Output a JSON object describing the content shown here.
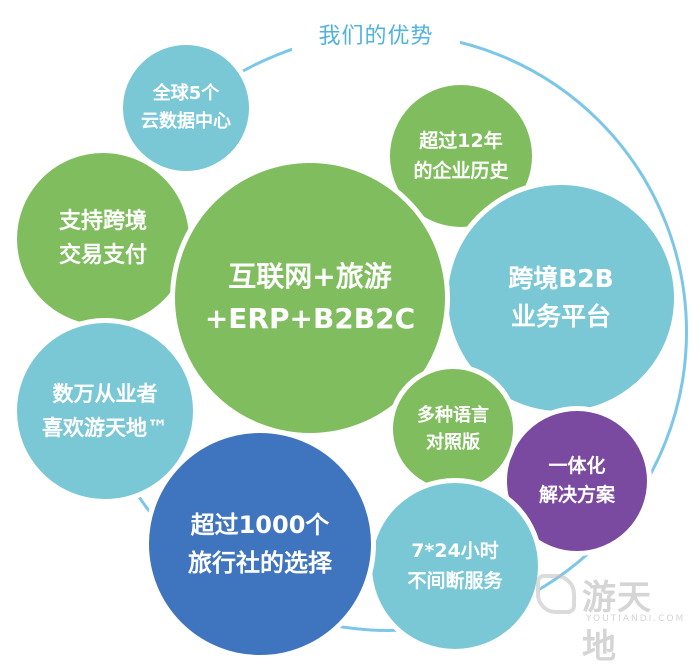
{
  "title": "我们的优势",
  "bubbles": [
    {
      "id": "data-centers",
      "color": "teal",
      "lines": [
        "全球5个",
        "云数据中心"
      ]
    },
    {
      "id": "history",
      "color": "green",
      "lines": [
        "超过12年",
        "的企业历史"
      ]
    },
    {
      "id": "cross-border-payment",
      "color": "green",
      "lines": [
        "支持跨境",
        "交易支付"
      ]
    },
    {
      "id": "internet-travel",
      "color": "green",
      "lines": [
        "互联网+旅游",
        "+ERP+B2B2C"
      ]
    },
    {
      "id": "b2b-platform",
      "color": "teal",
      "lines": [
        "跨境B2B",
        "业务平台"
      ]
    },
    {
      "id": "practitioners",
      "color": "teal",
      "lines": [
        "数万从业者",
        "喜欢游天地™"
      ]
    },
    {
      "id": "multilingual",
      "color": "green",
      "lines": [
        "多种语言",
        "对照版"
      ]
    },
    {
      "id": "integrated",
      "color": "purple",
      "lines": [
        "一体化",
        "解决方案"
      ]
    },
    {
      "id": "travel-agencies",
      "color": "blue",
      "lines": [
        "超过1000个",
        "旅行社的选择"
      ]
    },
    {
      "id": "service",
      "color": "teal",
      "lines": [
        "7*24小时",
        "不间断服务"
      ]
    }
  ],
  "watermark": {
    "text": "游天地",
    "sub": "YOUTIANDI.COM"
  },
  "colors": {
    "teal": "#7ac8d6",
    "green": "#80bd5e",
    "blue": "#3f74bf",
    "purple": "#7a4aa0",
    "ring": "#7cc7e8",
    "title": "#4fb3e0"
  }
}
